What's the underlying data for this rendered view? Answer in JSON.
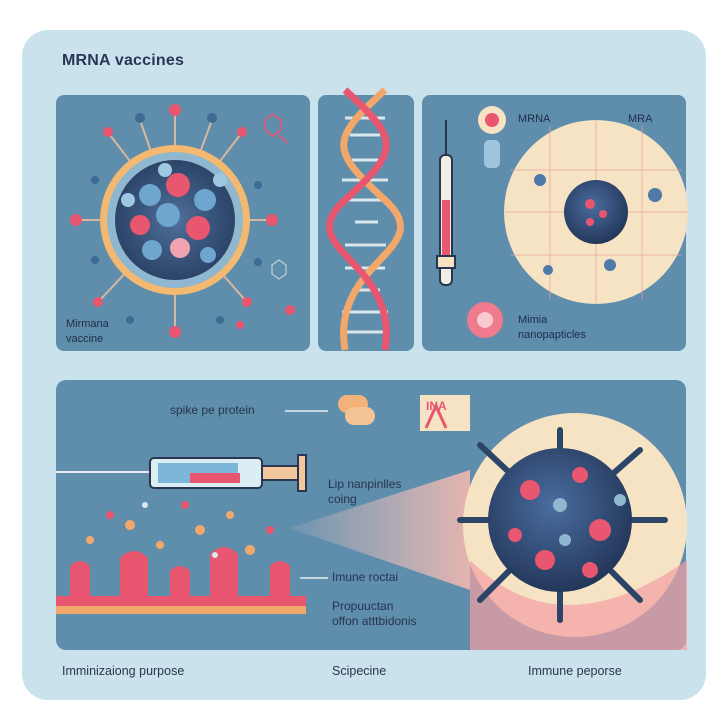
{
  "header": {
    "title": "MRNA vaccines"
  },
  "top_panels": {
    "particle": {
      "label_line1": "Mirmana",
      "label_line2": "vaccine"
    },
    "syringe_panel": {
      "tag_left": "MRNA",
      "tag_right": "MRA",
      "label_line1": "Mimia",
      "label_line2": "nanopapticles"
    }
  },
  "bottom_panel": {
    "spike_label": "spike pe protein",
    "lipid_line1": "Lip nanpinlles",
    "lipid_line2": "coing",
    "badge": "INA",
    "immune_label": "Imune roctai",
    "production_line1": "Propuuctan",
    "production_line2": "offon atttbidonis"
  },
  "footer": {
    "left": "Imminizaiong purpose",
    "center": "Scipecine",
    "right": "Immune peporse"
  },
  "colors": {
    "background": "#c9e2ec",
    "panel": "#5e8eab",
    "accent_pink": "#e8566f",
    "cream": "#f6e3c4"
  }
}
